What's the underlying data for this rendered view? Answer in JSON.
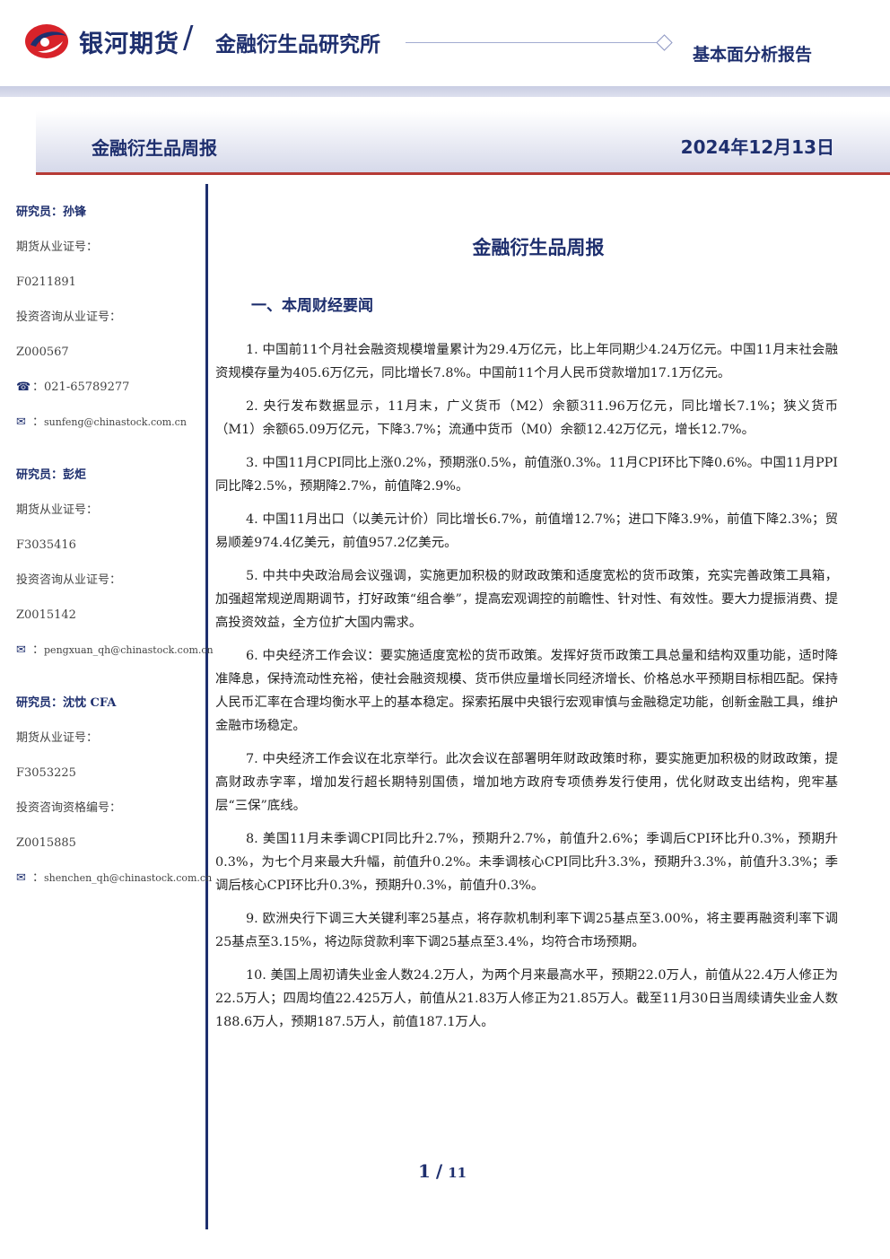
{
  "header": {
    "brand": "银河期货",
    "institute": "金融衍生品研究所",
    "report_type": "基本面分析报告",
    "band_title": "金融衍生品周报",
    "date": "2024年12月13日"
  },
  "researchers": [
    {
      "name": "研究员：孙锋",
      "futures_cert_label": "期货从业证号：",
      "futures_cert": "F0211891",
      "consult_cert_label": "投资咨询从业证号：",
      "consult_cert": "Z000567",
      "phone": "021-65789277",
      "email": "sunfeng@chinastock.com.cn"
    },
    {
      "name": "研究员：彭炬",
      "futures_cert_label": "期货从业证号：",
      "futures_cert": "F3035416",
      "consult_cert_label": "投资咨询从业证号：",
      "consult_cert": "Z0015142",
      "email": "pengxuan_qh@chinastock.com.cn"
    },
    {
      "name": "研究员：沈忱 CFA",
      "futures_cert_label": "期货从业证号：",
      "futures_cert": "F3053225",
      "consult_cert_label": "投资咨询资格编号：",
      "consult_cert": "Z0015885",
      "email": "shenchen_qh@chinastock.com.cn"
    }
  ],
  "icons": {
    "phone": "phone-icon",
    "email": "envelope-icon"
  },
  "doc_title": "金融衍生品周报",
  "section_title": "一、本周财经要闻",
  "items": [
    "1. 中国前11个月社会融资规模增量累计为29.4万亿元，比上年同期少4.24万亿元。中国11月末社会融资规模存量为405.6万亿元，同比增长7.8%。中国前11个月人民币贷款增加17.1万亿元。",
    "2. 央行发布数据显示，11月末，广义货币（M2）余额311.96万亿元，同比增长7.1%；狭义货币（M1）余额65.09万亿元，下降3.7%；流通中货币（M0）余额12.42万亿元，增长12.7%。",
    "3. 中国11月CPI同比上涨0.2%，预期涨0.5%，前值涨0.3%。11月CPI环比下降0.6%。中国11月PPI同比降2.5%，预期降2.7%，前值降2.9%。",
    "4. 中国11月出口（以美元计价）同比增长6.7%，前值增12.7%；进口下降3.9%，前值下降2.3%；贸易顺差974.4亿美元，前值957.2亿美元。",
    "5. 中共中央政治局会议强调，实施更加积极的财政政策和适度宽松的货币政策，充实完善政策工具箱，加强超常规逆周期调节，打好政策“组合拳”，提高宏观调控的前瞻性、针对性、有效性。要大力提振消费、提高投资效益，全方位扩大国内需求。",
    "6. 中央经济工作会议：要实施适度宽松的货币政策。发挥好货币政策工具总量和结构双重功能，适时降准降息，保持流动性充裕，使社会融资规模、货币供应量增长同经济增长、价格总水平预期目标相匹配。保持人民币汇率在合理均衡水平上的基本稳定。探索拓展中央银行宏观审慎与金融稳定功能，创新金融工具，维护金融市场稳定。",
    "7. 中央经济工作会议在北京举行。此次会议在部署明年财政政策时称，要实施更加积极的财政政策，提高财政赤字率，增加发行超长期特别国债，增加地方政府专项债券发行使用，优化财政支出结构，兜牢基层“三保”底线。",
    "8. 美国11月未季调CPI同比升2.7%，预期升2.7%，前值升2.6%；季调后CPI环比升0.3%，预期升0.3%，为七个月来最大升幅，前值升0.2%。未季调核心CPI同比升3.3%，预期升3.3%，前值升3.3%；季调后核心CPI环比升0.3%，预期升0.3%，前值升0.3%。",
    "9. 欧洲央行下调三大关键利率25基点，将存款机制利率下调25基点至3.00%，将主要再融资利率下调25基点至3.15%，将边际贷款利率下调25基点至3.4%，均符合市场预期。",
    "10. 美国上周初请失业金人数24.2万人，为两个月来最高水平，预期22.0万人，前值从22.4万人修正为22.5万人；四周均值22.425万人，前值从21.83万人修正为21.85万人。截至11月30日当周续请失业金人数188.6万人，预期187.5万人，前值187.1万人。"
  ],
  "page": {
    "current": "1",
    "separator": "/",
    "total": "11"
  }
}
